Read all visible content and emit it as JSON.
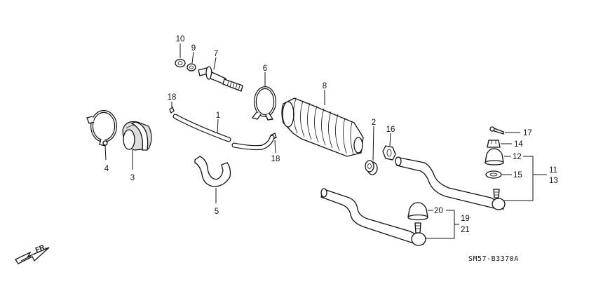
{
  "labels": {
    "p1": "1",
    "p2": "2",
    "p3": "3",
    "p4": "4",
    "p5": "5",
    "p6": "6",
    "p7": "7",
    "p8": "8",
    "p9": "9",
    "p10": "10",
    "p11": "11",
    "p12": "12",
    "p13": "13",
    "p14": "14",
    "p15": "15",
    "p16": "16",
    "p17": "17",
    "p18a": "18",
    "p18b": "18",
    "p19": "19",
    "p20": "20",
    "p21": "21"
  },
  "direction_label": "FR.",
  "diagram_code": "SM57-B3370A"
}
